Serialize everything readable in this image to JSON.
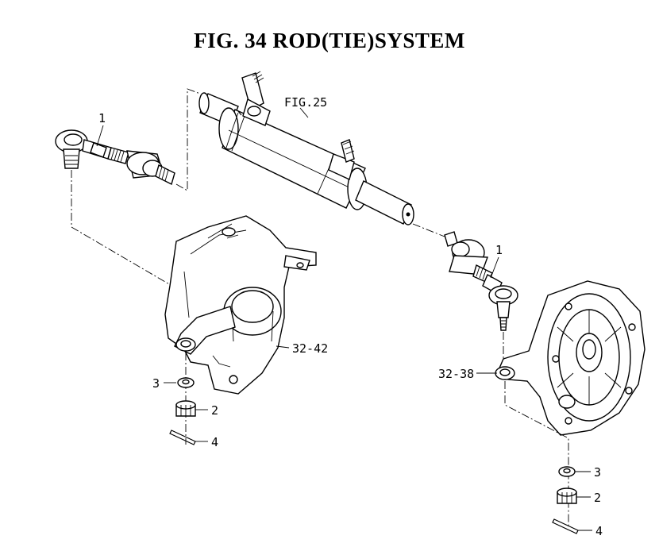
{
  "title": "FIG. 34  ROD(TIE)SYSTEM",
  "callouts": {
    "tie_rod_end_left": "1",
    "tie_rod_end_right": "1",
    "cylinder_ref": "FIG.25",
    "knuckle_left": "32-42",
    "knuckle_right": "32-38",
    "washer_left": "3",
    "nut_left": "2",
    "pin_left": "4",
    "washer_right": "3",
    "nut_right": "2",
    "pin_right": "4"
  }
}
